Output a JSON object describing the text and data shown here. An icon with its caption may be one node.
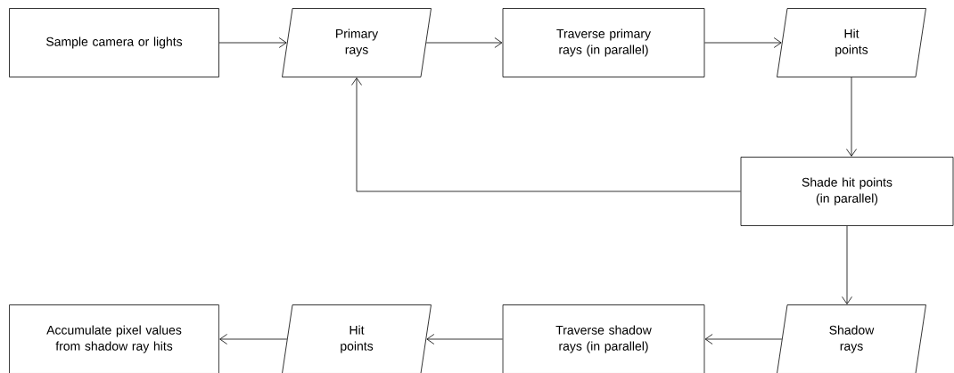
{
  "diagram": {
    "nodes": [
      {
        "text": [
          "Sample camera or lights"
        ]
      },
      {
        "text": [
          "Primary rays"
        ]
      },
      {
        "text": [
          "Traverse primary rays (in parallel)"
        ]
      },
      {
        "text": [
          "Hit points"
        ]
      },
      {
        "text": [
          "Shade hit points (in parallel)"
        ]
      },
      {
        "text": [
          "Shadow rays"
        ]
      },
      {
        "text": [
          "Traverse shadow rays (in parallel)"
        ]
      },
      {
        "text": [
          "Hit points"
        ]
      },
      {
        "text": [
          "Accumulate pixel values from shadow ray hits"
        ]
      }
    ],
    "edges": [
      {
        "from": 0,
        "to": 1,
        "arrow": "to"
      },
      {
        "from": 1,
        "to": 2,
        "arrow": "to"
      },
      {
        "from": 2,
        "to": 3,
        "arrow": "to"
      },
      {
        "from": 3,
        "to": 4,
        "arrow": "to"
      },
      {
        "from": 4,
        "to": 1,
        "arrow": "to"
      },
      {
        "from": 4,
        "to": 5,
        "arrow": "to"
      },
      {
        "from": 5,
        "to": 6,
        "arrow": "to"
      },
      {
        "from": 6,
        "to": 7,
        "arrow": "to"
      },
      {
        "from": 7,
        "to": 8,
        "arrow": "to"
      }
    ]
  }
}
